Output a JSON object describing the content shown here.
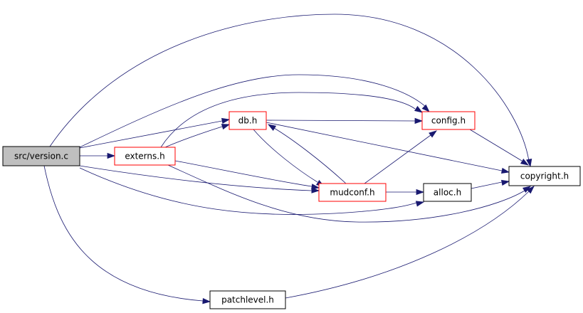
{
  "diagram": {
    "colors": {
      "edge": "#191970",
      "arrow": "#191970",
      "root_fill": "#bfbfbf",
      "root_stroke": "#000000",
      "linked_stroke": "#ff0000",
      "plain_stroke": "#000000",
      "fill": "#ffffff"
    },
    "nodes": [
      {
        "id": "version",
        "label": "src/version.c",
        "style": "root"
      },
      {
        "id": "externs",
        "label": "externs.h",
        "style": "linked"
      },
      {
        "id": "db",
        "label": "db.h",
        "style": "linked"
      },
      {
        "id": "config",
        "label": "config.h",
        "style": "linked"
      },
      {
        "id": "mudconf",
        "label": "mudconf.h",
        "style": "linked"
      },
      {
        "id": "alloc",
        "label": "alloc.h",
        "style": "plain"
      },
      {
        "id": "copyright",
        "label": "copyright.h",
        "style": "plain"
      },
      {
        "id": "patchlevel",
        "label": "patchlevel.h",
        "style": "plain"
      }
    ],
    "edges": [
      {
        "from": "version",
        "to": "copyright"
      },
      {
        "from": "version",
        "to": "config"
      },
      {
        "from": "version",
        "to": "db"
      },
      {
        "from": "version",
        "to": "externs"
      },
      {
        "from": "version",
        "to": "mudconf"
      },
      {
        "from": "version",
        "to": "alloc"
      },
      {
        "from": "version",
        "to": "patchlevel"
      },
      {
        "from": "externs",
        "to": "config"
      },
      {
        "from": "externs",
        "to": "db"
      },
      {
        "from": "externs",
        "to": "mudconf"
      },
      {
        "from": "externs",
        "to": "copyright"
      },
      {
        "from": "db",
        "to": "config"
      },
      {
        "from": "db",
        "to": "mudconf"
      },
      {
        "from": "db",
        "to": "copyright"
      },
      {
        "from": "mudconf",
        "to": "db"
      },
      {
        "from": "mudconf",
        "to": "config"
      },
      {
        "from": "mudconf",
        "to": "alloc"
      },
      {
        "from": "config",
        "to": "copyright"
      },
      {
        "from": "alloc",
        "to": "copyright"
      },
      {
        "from": "patchlevel",
        "to": "copyright"
      }
    ]
  }
}
